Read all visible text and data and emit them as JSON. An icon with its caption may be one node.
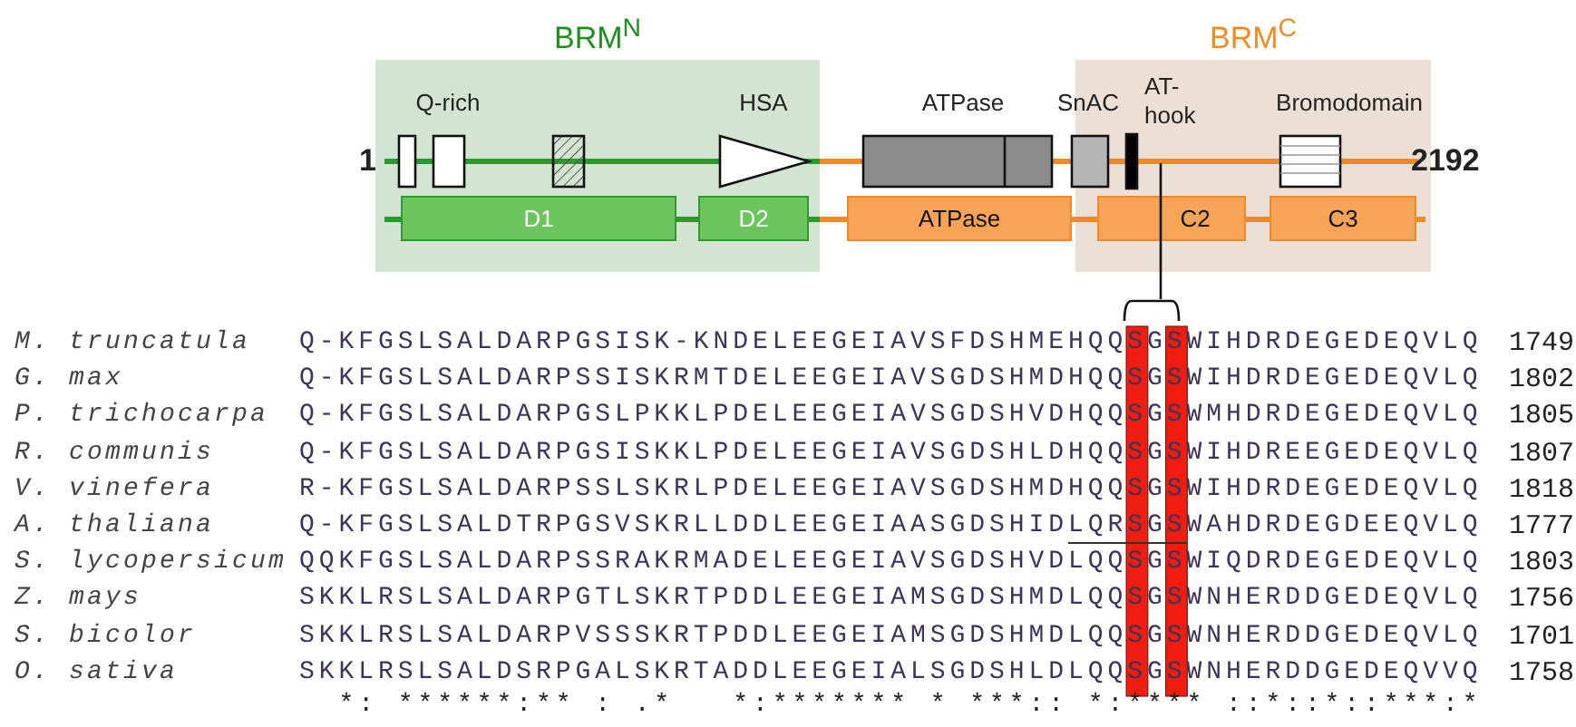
{
  "diagram": {
    "nodes": [
      {
        "text": [
          "BRM$^{N}$"
        ]
      },
      {
        "text": [
          "D1"
        ],
        "in": 0
      },
      {
        "text": [
          "D2"
        ],
        "in": 0
      },
      {
        "text": [
          "BRM$^{C}$"
        ]
      },
      {
        "text": [
          "ATPase"
        ]
      },
      {
        "text": [
          "C2"
        ],
        "in": 3
      },
      {
        "text": [
          "C3"
        ],
        "in": 3
      },
      {
        "text": [],
        "shape": "bracket"
      }
    ],
    "edges": [
      {
        "from": null,
        "to": 7,
        "arrow": "none"
      }
    ],
    "labels": [
      "Q-rich",
      "HSA",
      "ATPase",
      "SnAC",
      "AT-hook",
      "Bromodomain",
      "1",
      "2192",
      "M. truncatula",
      "Q-KFGSLSALDARPGSISK-KNDELEEGEIAVSFDSHMEHQQSGSWIHDRDEGEDEQVLQ",
      "1749",
      "G. max",
      "Q-KFGSLSALDARPSSISKRMTDELEEGEIAVSGDSHMDHQQSGSWIHDRDEGEDEQVLQ",
      "1802",
      "P. trichocarpa",
      "Q-KFGSLSALDARPGSLPKKLPDELEEGEIAVSGDSHVDHQQSGSWMHDRDEGEDEQVLQ",
      "1805",
      "R. communis",
      "Q-KFGSLSALDARPGSISKKLPDELEEGEIAVSGDSHLDHQQSGSWIHDREEGEDEQVLQ",
      "1807",
      "V. vinefera",
      "R-KFGSLSALDARPSSLSKRLPDELEEGEIAVSGDSHMDHQQSGSWIHDRDEGEDEQVLQ",
      "1818",
      "A. thaliana",
      "Q-KFGSLSALDTRPGSVSKRLLDDLEEGEIAASGDSHIDLQRSGSWAHDRDEGDEEQVLQ",
      "1777",
      "S. lycopersicum",
      "QQKFGSLSALDARPSSRAKRMADELEEGEIAVSGDSHVDLQQSGSWIQDRDEGEDEQVLQ",
      "1803",
      "Z. mays",
      "SKKLRSLSALDARPGTLSKRTPDDLEEGEIAMSGDSHMDLQQSGSWNHERDDGEDEQVLQ",
      "1756",
      "S. bicolor",
      "SKKLRSLSALDARPVSSSKRTPDDLEEGEIAMSGDSHMDLQQSGSWNHERDDGEDEQVLQ",
      "1701",
      "O. sativa",
      "SKKLRSLSALDSRPGALSKRTADDLEEGEIALSGDSHLDLQQSGSWNHERDDGEDEQVVQ",
      "1758",
      "  *: ******:** : .*   *:******* * ***:: *:**** ::*::*::***:*"
    ]
  }
}
